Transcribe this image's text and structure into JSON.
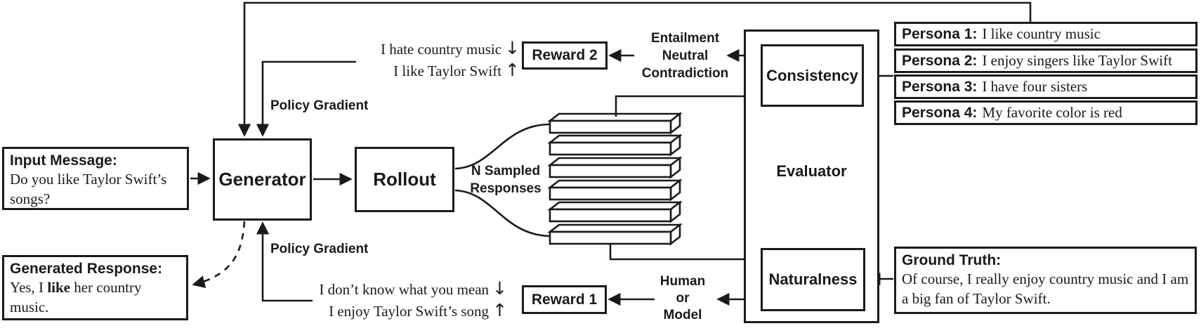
{
  "boxes": {
    "input_message": {
      "title": "Input Message:",
      "body": "Do you like Taylor Swift’s songs?"
    },
    "generator": {
      "label": "Generator"
    },
    "rollout": {
      "label": "Rollout"
    },
    "generated_response": {
      "title": "Generated Response:",
      "body_pre": "Yes, I ",
      "body_bold": "like",
      "body_post": " her country music."
    },
    "reward2": {
      "label": "Reward 2"
    },
    "reward1": {
      "label": "Reward 1"
    },
    "evaluator": {
      "label": "Evaluator"
    },
    "consistency": {
      "label": "Consistency"
    },
    "naturalness": {
      "label": "Naturalness"
    },
    "ground_truth": {
      "title": "Ground Truth:",
      "body": "Of course, I really enjoy country music and I am a big fan of Taylor Swift."
    }
  },
  "personas": [
    {
      "label": "Persona 1:",
      "text": "I like country music"
    },
    {
      "label": "Persona 2:",
      "text": "I enjoy singers like Taylor Swift"
    },
    {
      "label": "Persona 3:",
      "text": "I have four sisters"
    },
    {
      "label": "Persona 4:",
      "text": "My favorite color is red"
    }
  ],
  "annotations": {
    "policy_gradient_top": "Policy Gradient",
    "policy_gradient_bottom": "Policy Gradient",
    "n_sampled_1": "N Sampled",
    "n_sampled_2": "Responses",
    "nli_1": "Entailment",
    "nli_2": "Neutral",
    "nli_3": "Contradiction",
    "hom_1": "Human",
    "hom_2": "or",
    "hom_3": "Model",
    "example_top_1": {
      "text": "I hate country music",
      "dir": "↓"
    },
    "example_top_2": {
      "text": "I like Taylor Swift",
      "dir": "↑"
    },
    "example_bottom_1": {
      "text": "I don’t know what you mean",
      "dir": "↓"
    },
    "example_bottom_2": {
      "text": "I enjoy Taylor Swift’s song",
      "dir": "↑"
    }
  },
  "colors": {
    "line": "#1a1a1a",
    "background": "#ffffff",
    "text": "#1a1a1a"
  }
}
